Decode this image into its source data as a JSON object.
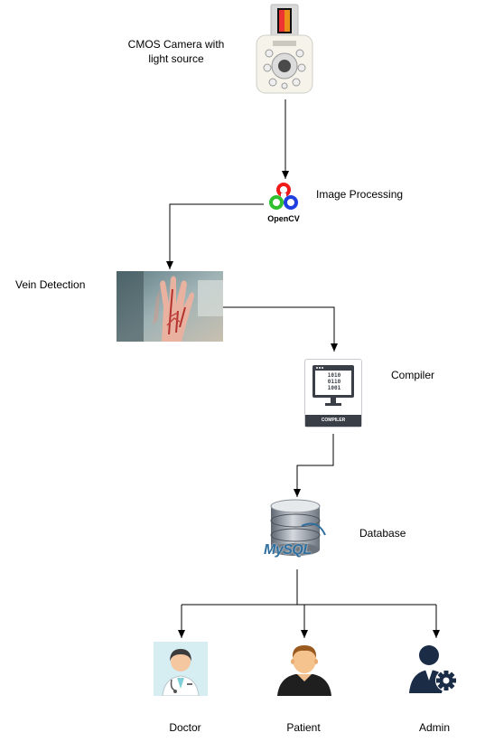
{
  "nodes": {
    "camera": {
      "label_line1": "CMOS Camera with",
      "label_line2": "light source",
      "icon": "camera-module-icon"
    },
    "opencv": {
      "logo_text": "OpenCV",
      "label": "Image Processing",
      "icon": "opencv-logo-icon"
    },
    "vein": {
      "label": "Vein Detection",
      "icon": "hand-vein-image"
    },
    "compiler": {
      "label": "Compiler",
      "badge": "COMPILER",
      "screen_bits": [
        "1010",
        "0110",
        "1001"
      ],
      "icon": "compiler-monitor-icon"
    },
    "database": {
      "label": "Database",
      "logo_text": "MySQL",
      "icon": "database-icon"
    },
    "doctor": {
      "label": "Doctor",
      "icon": "doctor-icon"
    },
    "patient": {
      "label": "Patient",
      "icon": "patient-icon"
    },
    "admin": {
      "label": "Admin",
      "icon": "admin-gear-icon"
    }
  },
  "colors": {
    "line": "#000000",
    "opencv_red": "#ef1a1a",
    "opencv_green": "#2fbf2f",
    "opencv_blue": "#1f3fdf",
    "compiler_dark": "#3a3f47",
    "mysql_blue": "#2f6f9f"
  }
}
